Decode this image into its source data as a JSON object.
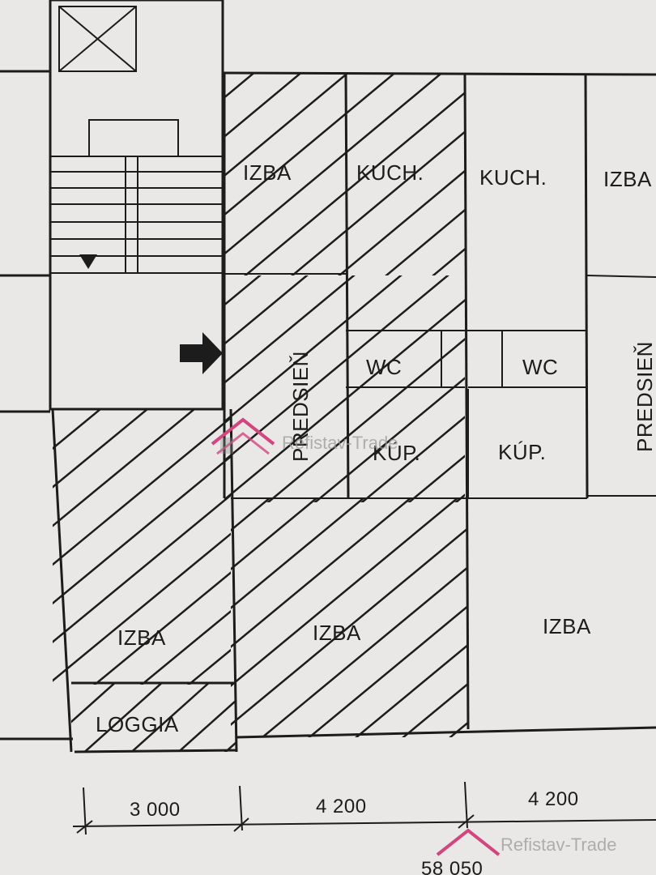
{
  "rooms": {
    "izba_top_left": "IZBA",
    "kuch_left": "KUCH.",
    "kuch_right": "KUCH.",
    "izba_top_right": "IZBA",
    "predsien_left": "PREDSIEŇ",
    "predsien_right": "PREDSIEŇ",
    "wc_left": "WC",
    "wc_right": "WC",
    "kup_left": "KÚP.",
    "kup_right": "KÚP.",
    "izba_bottom_left": "IZBA",
    "izba_bottom_mid": "IZBA",
    "izba_bottom_right": "IZBA",
    "loggia": "LOGGIA"
  },
  "dimensions": {
    "d1": "3 000",
    "d2": "4 200",
    "d3": "4 200",
    "total": "58 050"
  },
  "watermark": {
    "text1": "Refistav-Trade",
    "text2": "Refistav-Trade"
  },
  "colors": {
    "line": "#1c1c1c",
    "paper": "#e9e8e6",
    "watermark_pink": "#d2457f"
  }
}
